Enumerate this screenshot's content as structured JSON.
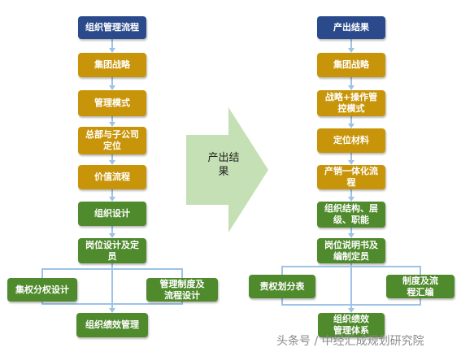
{
  "colors": {
    "header": "#2a4a8c",
    "gold": "#c8950a",
    "green": "#4f8a2c",
    "connector": "#9dc3e6",
    "big_arrow": "#c5e0b4"
  },
  "left_flow": {
    "title": "组织管理流程",
    "steps": [
      "集团战略",
      "管理模式",
      "总部与子公司\n定位",
      "价值流程",
      "组织设计",
      "岗位设计及定\n员"
    ],
    "branch_left": "集权分权设计",
    "branch_right": "管理制度及\n流程设计",
    "final": "组织绩效管理"
  },
  "center_arrow": {
    "label": "产出结\n果"
  },
  "right_flow": {
    "title": "产出结果",
    "steps": [
      "集团战略",
      "战略+操作管\n控模式",
      "定位材料",
      "产销一体化流\n程",
      "组织结构、层\n级、职能",
      "岗位说明书及\n编制定员"
    ],
    "branch_left": "责权划分表",
    "branch_right": "制度及流\n程汇编",
    "final": "组织绩效\n管理体系"
  },
  "watermark": "头条号 / 中经汇成规划研究院"
}
